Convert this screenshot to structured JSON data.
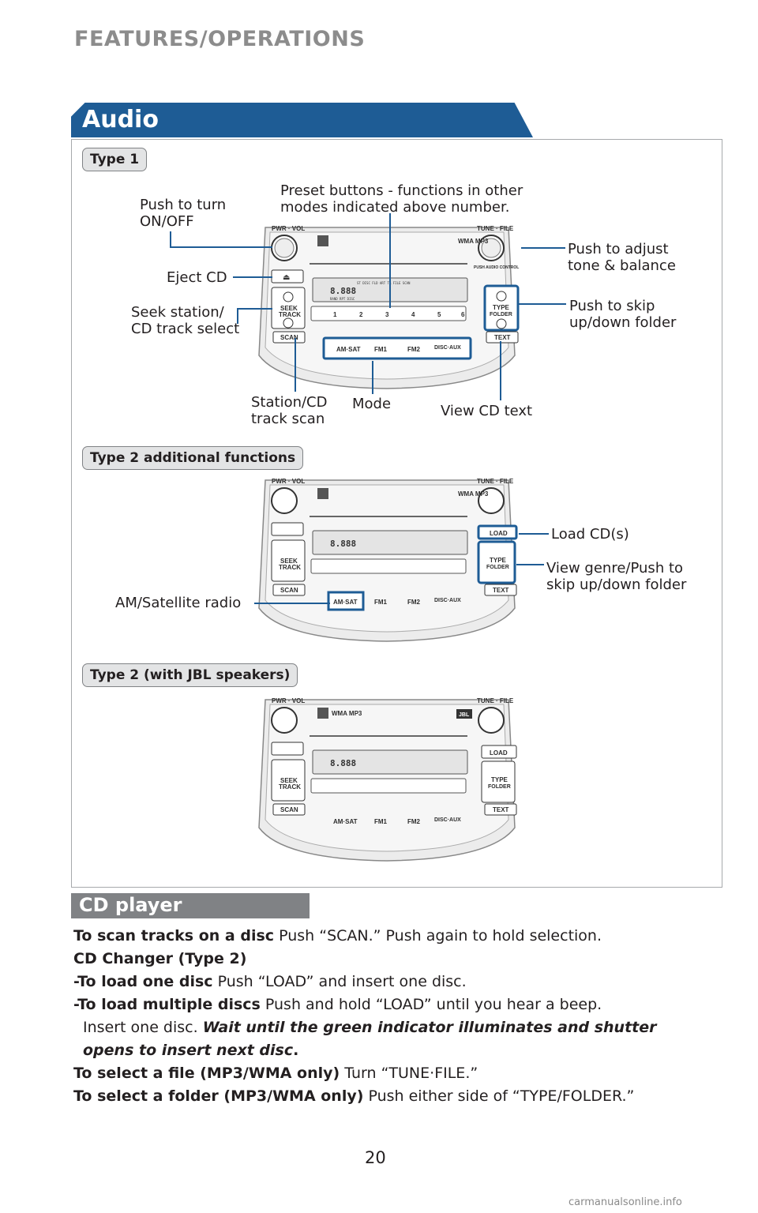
{
  "page": {
    "header": "FEATURES/OPERATIONS",
    "section_title": "Audio",
    "page_number": "20",
    "watermark": "carmanualsonline.info"
  },
  "type1": {
    "tag": "Type 1",
    "labels": {
      "power": "Push to turn\nON/OFF",
      "preset": "Preset buttons - functions in other\nmodes indicated above number.",
      "tone": "Push to adjust\ntone & balance",
      "eject": "Eject CD",
      "seek": "Seek station/\nCD track select",
      "folder": "Push to skip\nup/down folder",
      "scan": "Station/CD\ntrack scan",
      "mode": "Mode",
      "text": "View CD text"
    }
  },
  "type2": {
    "tag": "Type 2 additional functions",
    "labels": {
      "load": "Load CD(s)",
      "genre": "View genre/Push to\nskip up/down folder",
      "am_sat": "AM/Satellite radio"
    }
  },
  "type2_jbl": {
    "tag": "Type 2 (with JBL speakers)"
  },
  "unit_buttons": {
    "pwr_vol": "PWR · VOL",
    "tune_file": "TUNE · FILE",
    "seek": "SEEK",
    "track": "TRACK",
    "scan": "SCAN",
    "type": "TYPE",
    "folder": "FOLDER",
    "text": "TEXT",
    "load": "LOAD",
    "am_sat": "AM·SAT",
    "fm1": "FM1",
    "fm2": "FM2",
    "disc_aux": "DISC·AUX",
    "presets": [
      "1",
      "2",
      "3",
      "4",
      "5",
      "6"
    ],
    "push_audio": "PUSH AUDIO CONTROL",
    "wma_mp3": "WMA MP3",
    "jbl": "JBL",
    "display_top": "ST  DISC   FLD ART  TR  FILE        SCAN",
    "display_freq": "8.888",
    "display_bottom": "RAND      RPT     DISC"
  },
  "cd_player": {
    "title": "CD player",
    "lines": [
      {
        "bold": "To scan tracks on a disc",
        "text": " Push “SCAN.” Push again to hold selection."
      },
      {
        "bold": "CD Changer (Type 2)",
        "text": ""
      },
      {
        "bold": "-To load one disc",
        "text": " Push “LOAD” and insert one disc."
      },
      {
        "bold": "-To load multiple discs",
        "text": " Push and hold “LOAD” until you hear a beep."
      },
      {
        "text": "Insert one disc. ",
        "italic": "Wait until the green indicator illuminates and shutter"
      },
      {
        "italic": "opens to insert next disc",
        "text": "."
      },
      {
        "bold": "To select a file (MP3/WMA only)",
        "text": " Turn “TUNE·FILE.”"
      },
      {
        "bold": "To select a folder (MP3/WMA only)",
        "text": " Push either side of “TYPE/FOLDER.”"
      }
    ]
  },
  "colors": {
    "accent_blue": "#1e5c95",
    "band_gray": "#808285",
    "header_gray": "#8c8c8c"
  }
}
